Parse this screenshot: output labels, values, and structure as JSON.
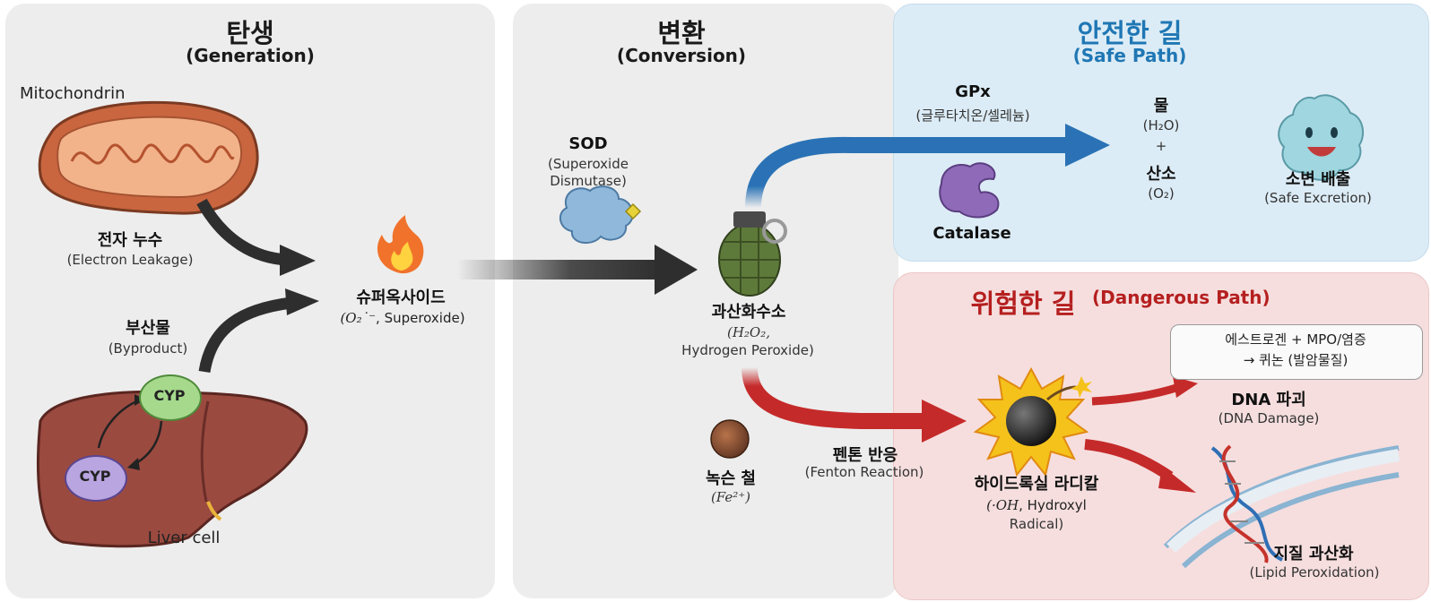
{
  "panels": {
    "generation": {
      "title_ko": "탄생",
      "title_en": "(Generation)"
    },
    "conversion": {
      "title_ko": "변환",
      "title_en": "(Conversion)"
    },
    "safe": {
      "title_ko": "안전한 길",
      "title_en": "(Safe Path)"
    },
    "dangerous": {
      "title_ko": "위험한 길",
      "title_en": "(Dangerous Path)"
    }
  },
  "generation": {
    "mitochondrion": "Mitochondrin",
    "electron_leak_ko": "전자 누수",
    "electron_leak_en": "(Electron Leakage)",
    "byproduct_ko": "부산물",
    "byproduct_en": "(Byproduct)",
    "cyp_top": "CYP",
    "cyp_bottom": "CYP",
    "liver": "Liver cell",
    "superoxide_ko": "슈퍼옥사이드",
    "superoxide_formula": "(O₂˙⁻",
    "superoxide_en": ", Superoxide)"
  },
  "conversion": {
    "sod": "SOD",
    "sod_full_1": "(Superoxide",
    "sod_full_2": "Dismutase)",
    "h2o2_ko": "과산화수소",
    "h2o2_formula": "(H₂O₂,",
    "h2o2_en": "Hydrogen Peroxide)",
    "iron_ko": "녹슨 철",
    "iron_formula": "(Fe²⁺)",
    "fenton_ko": "펜톤 반응",
    "fenton_en": "(Fenton Reaction)"
  },
  "safe": {
    "gpx": "GPx",
    "gpx_sub": "(글루타치온/셀레늄)",
    "catalase": "Catalase",
    "water_ko": "물",
    "water_formula": "(H₂O)",
    "plus": "+",
    "oxygen_ko": "산소",
    "oxygen_formula": "(O₂)",
    "excretion_ko": "소변 배출",
    "excretion_en": "(Safe Excretion)"
  },
  "dangerous": {
    "estrogen_line1": "에스트로겐 + MPO/염증",
    "estrogen_line2": "→ 퀴논 (발암물질)",
    "radical_ko": "하이드록실 라디칼",
    "radical_formula": "(·OH",
    "radical_en": ", Hydroxyl",
    "radical_en2": "Radical)",
    "dna_ko": "DNA 파괴",
    "dna_en": "(DNA Damage)",
    "lipid_ko": "지질 과산화",
    "lipid_en": "(Lipid Peroxidation)"
  },
  "colors": {
    "safe_title": "#1f77b4",
    "danger_title": "#b51f1f",
    "safe_arrow": "#2a72b5",
    "danger_arrow": "#c52a2a",
    "dark_arrow": "#2e2e2e"
  }
}
